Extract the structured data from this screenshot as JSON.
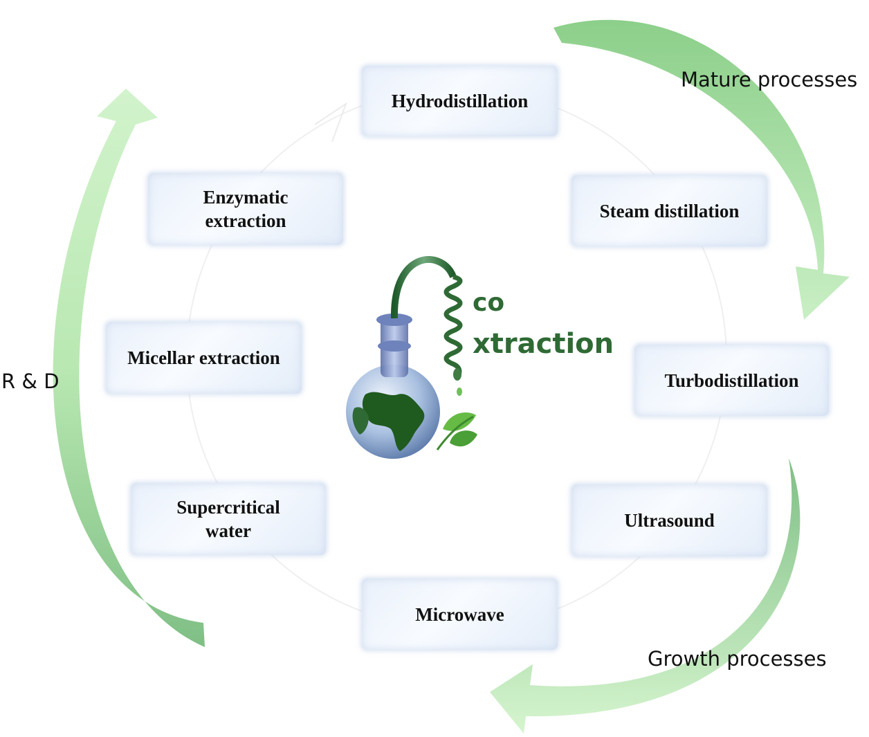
{
  "diagram": {
    "processes": [
      {
        "id": "hydrodistillation",
        "label": "Hydrodistillation"
      },
      {
        "id": "steam-distillation",
        "label": "Steam  distillation"
      },
      {
        "id": "turbodistillation",
        "label": "Turbodistillation"
      },
      {
        "id": "ultrasound",
        "label": "Ultrasound"
      },
      {
        "id": "microwave",
        "label": "Microwave"
      },
      {
        "id": "supercritical-water",
        "label": "Supercritical\nwater"
      },
      {
        "id": "micellar-extraction",
        "label": "Micellar extraction"
      },
      {
        "id": "enzymatic-extraction",
        "label": "Enzymatic\nextraction"
      }
    ],
    "labels": {
      "mature": "Mature processes",
      "growth": "Growth processes",
      "rd": "R & D"
    },
    "logo": {
      "letters_co": "co",
      "letters_xtraction": "xtraction"
    },
    "colors": {
      "arrow_green": "#9fd89a",
      "arrow_green_dark": "#7fbf85",
      "logo_green": "#2f6a35",
      "box_fill": "#eef3fb",
      "earth_blue": "#9ab4d9",
      "earth_land": "#1f5a1f"
    }
  }
}
